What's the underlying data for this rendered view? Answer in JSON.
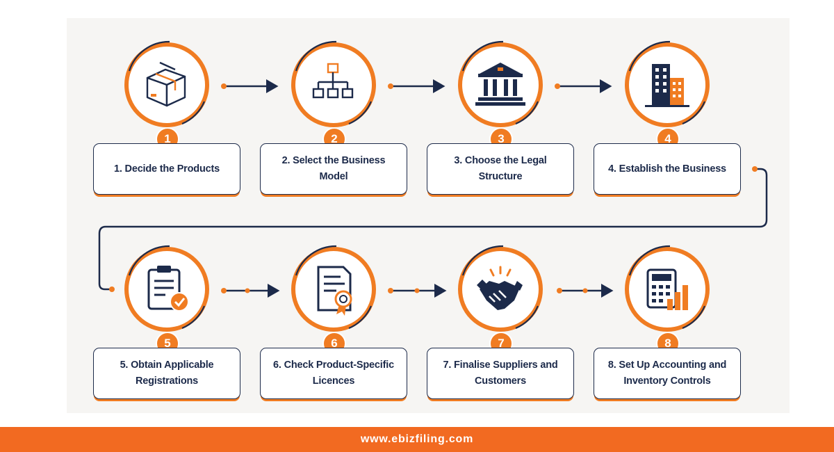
{
  "steps": [
    {
      "number": "1",
      "line1": "1. Decide the Products",
      "line2": "",
      "icon": "package-icon"
    },
    {
      "number": "2",
      "line1": "2. Select the Business Model",
      "line2": "",
      "icon": "org-chart-icon"
    },
    {
      "number": "3",
      "line1": "3. Choose the Legal Structure",
      "line2": "",
      "icon": "courthouse-icon"
    },
    {
      "number": "4",
      "line1": "4. Establish the Business",
      "line2": "",
      "icon": "office-buildings-icon"
    },
    {
      "number": "5",
      "line1": "5. Obtain Applicable",
      "line2": "Registrations",
      "icon": "clipboard-check-icon"
    },
    {
      "number": "6",
      "line1": "6. Check Product-Specific",
      "line2": "Licences",
      "icon": "certificate-icon"
    },
    {
      "number": "7",
      "line1": "7. Finalise Suppliers and",
      "line2": "Customers",
      "icon": "handshake-icon"
    },
    {
      "number": "8",
      "line1": "8. Set Up Accounting and",
      "line2": "Inventory Controls",
      "icon": "calculator-chart-icon"
    }
  ],
  "footer": {
    "website": "www.ebizfiling.com"
  },
  "colors": {
    "accent": "#f07c22",
    "navy": "#1c2a4a",
    "footer_bg": "#f26a21",
    "panel_bg": "#f6f5f3"
  }
}
